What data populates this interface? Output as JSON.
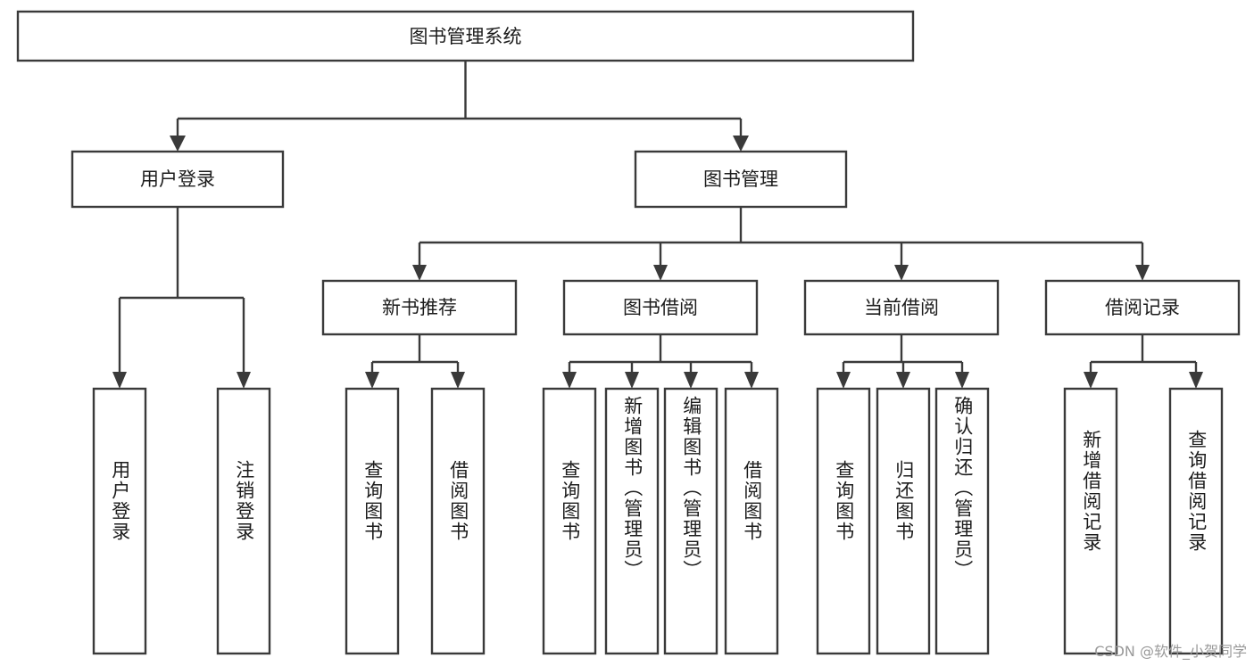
{
  "diagram": {
    "title": "图书管理系统",
    "type": "tree",
    "watermark": "CSDN @软件_小贺同学",
    "colors": {
      "box_stroke": "#3a3a3a",
      "box_fill": "#ffffff",
      "text": "#1c1c1c",
      "background": "#ffffff",
      "watermark_text": "#9a9a9a"
    },
    "levels": {
      "root": {
        "label": "图书管理系统"
      },
      "level2": [
        {
          "id": "user-login",
          "label": "用户登录"
        },
        {
          "id": "book-management",
          "label": "图书管理"
        }
      ],
      "level3": [
        {
          "id": "new-book-recommend",
          "label": "新书推荐",
          "parent": "book-management"
        },
        {
          "id": "book-borrow",
          "label": "图书借阅",
          "parent": "book-management"
        },
        {
          "id": "current-borrow",
          "label": "当前借阅",
          "parent": "book-management"
        },
        {
          "id": "borrow-record",
          "label": "借阅记录",
          "parent": "book-management"
        }
      ],
      "leaves": [
        {
          "id": "leaf-user-login",
          "label": "用户登录",
          "parent": "user-login"
        },
        {
          "id": "leaf-logout-login",
          "label": "注销登录",
          "parent": "user-login"
        },
        {
          "id": "leaf-query-book-1",
          "label": "查询图书",
          "parent": "new-book-recommend"
        },
        {
          "id": "leaf-borrow-book-1",
          "label": "借阅图书",
          "parent": "new-book-recommend"
        },
        {
          "id": "leaf-query-book-2",
          "label": "查询图书",
          "parent": "book-borrow"
        },
        {
          "id": "leaf-add-book",
          "label": "新增图书（管理员）",
          "parent": "book-borrow"
        },
        {
          "id": "leaf-edit-book",
          "label": "编辑图书（管理员）",
          "parent": "book-borrow"
        },
        {
          "id": "leaf-borrow-book-2",
          "label": "借阅图书",
          "parent": "book-borrow"
        },
        {
          "id": "leaf-query-book-3",
          "label": "查询图书",
          "parent": "current-borrow"
        },
        {
          "id": "leaf-return-book",
          "label": "归还图书",
          "parent": "current-borrow"
        },
        {
          "id": "leaf-confirm-return",
          "label": "确认归还（管理员）",
          "parent": "current-borrow"
        },
        {
          "id": "leaf-add-record",
          "label": "新增借阅记录",
          "parent": "borrow-record"
        },
        {
          "id": "leaf-query-record",
          "label": "查询借阅记录",
          "parent": "borrow-record"
        }
      ]
    }
  }
}
